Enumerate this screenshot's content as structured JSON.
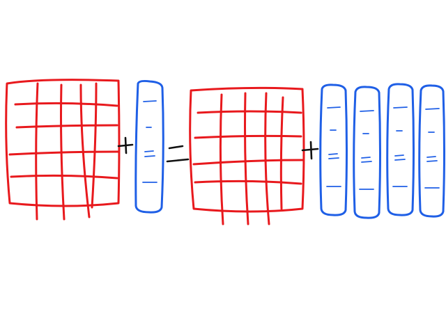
{
  "diagram": {
    "background": "#ffffff",
    "colors": {
      "grid": "#e8191d",
      "rod": "#1f5fe6",
      "operator": "#111111"
    },
    "equation": {
      "left": {
        "grids": 1,
        "rods": 1
      },
      "operators": [
        "plus",
        "equals",
        "plus"
      ],
      "right": {
        "grids": 1,
        "rods": 4
      }
    }
  }
}
